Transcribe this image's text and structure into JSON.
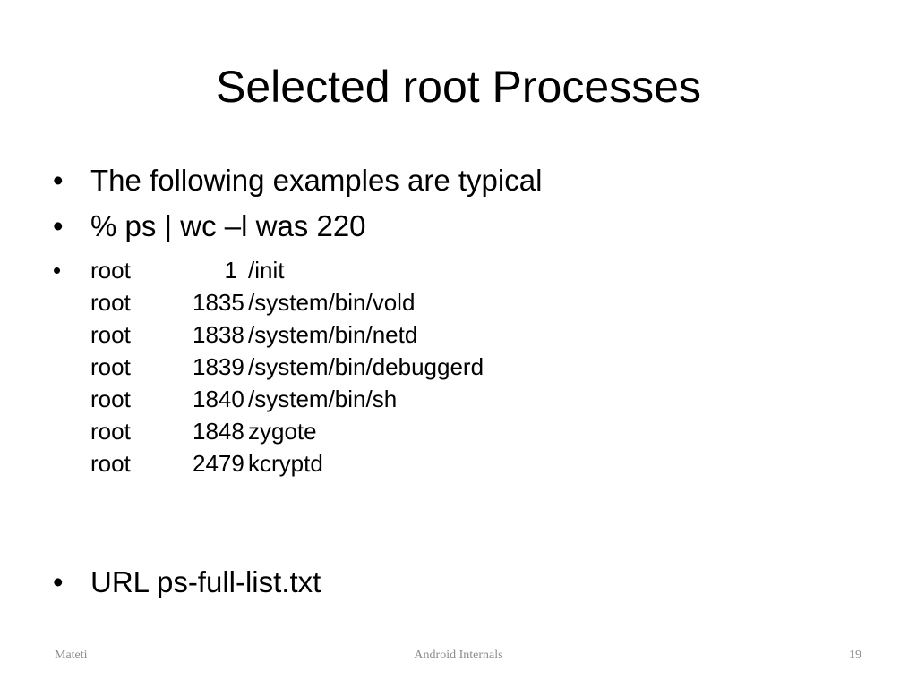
{
  "slide": {
    "title": "Selected root Processes"
  },
  "bullets": {
    "bullet_symbol": "•",
    "item1": "The following examples are typical",
    "item2": "% ps | wc –l was 220",
    "item4": "URL ps-full-list.txt"
  },
  "processes": [
    {
      "user": "root",
      "pid": "1",
      "command": "/init"
    },
    {
      "user": "root",
      "pid": "1835",
      "command": "/system/bin/vold"
    },
    {
      "user": "root",
      "pid": "1838",
      "command": "/system/bin/netd"
    },
    {
      "user": "root",
      "pid": "1839",
      "command": "/system/bin/debuggerd"
    },
    {
      "user": "root",
      "pid": "1840",
      "command": "/system/bin/sh"
    },
    {
      "user": "root",
      "pid": "1848",
      "command": "zygote"
    },
    {
      "user": "root",
      "pid": "2479",
      "command": "kcryptd"
    }
  ],
  "footer": {
    "left": "Mateti",
    "center": "Android Internals",
    "page_number": "19"
  }
}
